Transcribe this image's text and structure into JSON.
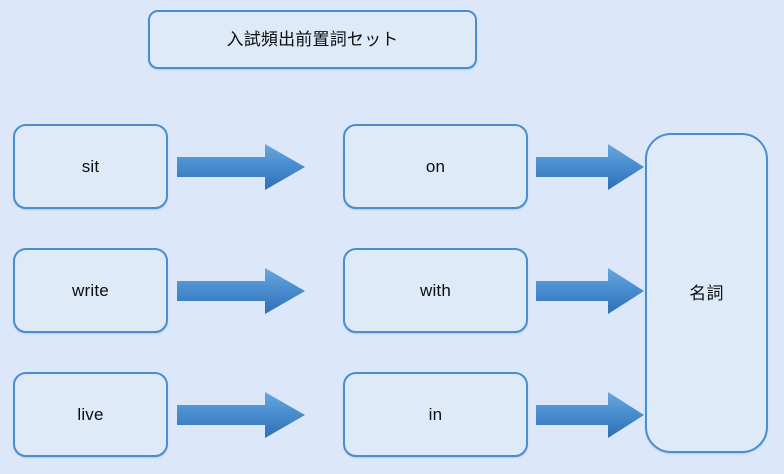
{
  "title": {
    "text": "入試頻出前置詞セット"
  },
  "colors": {
    "page_background": "#dce7f9",
    "box_fill": "#dfeaf9",
    "box_border": "#4a8ed0",
    "arrow_light": "#5a9bd5",
    "arrow_dark": "#2f6fb5",
    "text": "#0d0d0d"
  },
  "rows": [
    {
      "verb": "sit",
      "preposition": "on"
    },
    {
      "verb": "write",
      "preposition": "with"
    },
    {
      "verb": "live",
      "preposition": "in"
    }
  ],
  "target": {
    "label": "名詞"
  },
  "arrows": {
    "icon": "block-arrow-right-icon",
    "count": 6
  }
}
